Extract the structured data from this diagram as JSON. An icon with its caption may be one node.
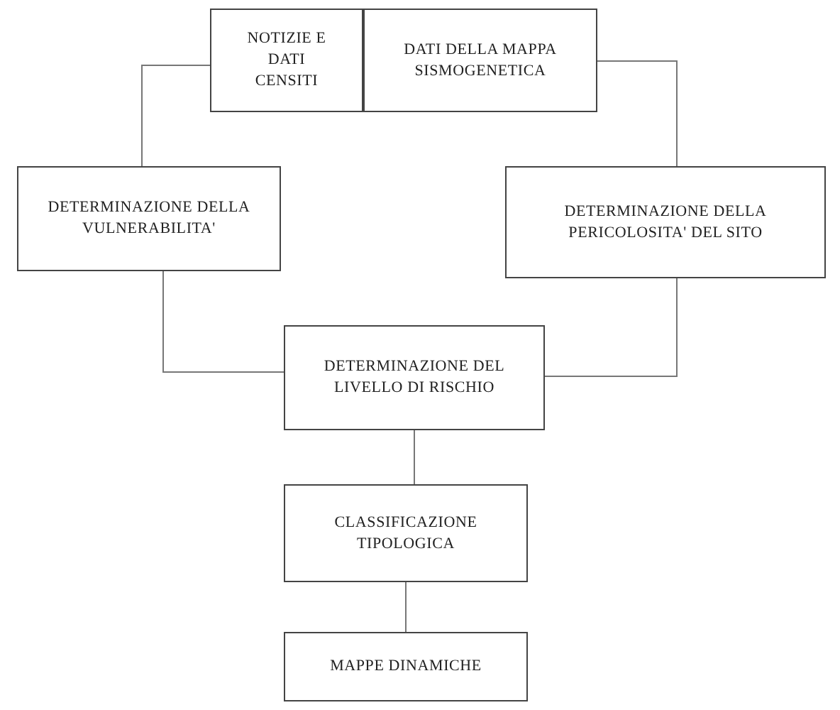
{
  "diagram": {
    "nodes": [
      {
        "text": [
          "NOTIZIE E DATI CENSITI"
        ]
      },
      {
        "text": [
          "DATI DELLA MAPPA SISMOGENETICA"
        ]
      },
      {
        "text": [
          "DETERMINAZIONE DELLA VULNERABILITA'"
        ]
      },
      {
        "text": [
          "DETERMINAZIONE DELLA PERICOLOSITA' DEL SITO"
        ]
      },
      {
        "text": [
          "DETERMINAZIONE DEL LIVELLO DI RISCHIO"
        ]
      },
      {
        "text": [
          "CLASSIFICAZIONE TIPOLOGICA"
        ]
      },
      {
        "text": [
          "MAPPE DINAMICHE"
        ]
      }
    ],
    "edges": [
      {
        "from": 0,
        "to": 2,
        "arrow": "none"
      },
      {
        "from": 1,
        "to": 3,
        "arrow": "none"
      },
      {
        "from": 2,
        "to": 4,
        "arrow": "none"
      },
      {
        "from": 3,
        "to": 4,
        "arrow": "none"
      },
      {
        "from": 4,
        "to": 5,
        "arrow": "none"
      },
      {
        "from": 5,
        "to": 6,
        "arrow": "none"
      }
    ]
  }
}
